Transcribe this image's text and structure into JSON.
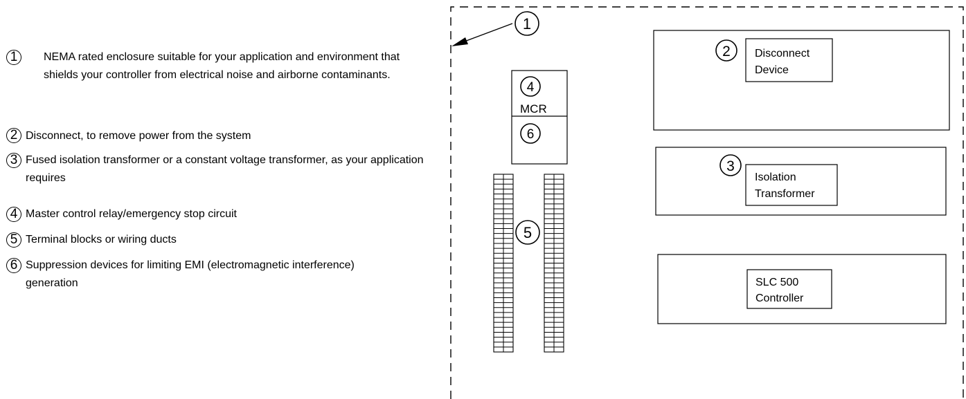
{
  "legend": [
    {
      "num": "1",
      "text": "NEMA rated enclosure suitable for your application and environment that shields your controller from electrical noise and airborne contaminants."
    },
    {
      "num": "2",
      "text": "Disconnect, to remove power from the system"
    },
    {
      "num": "3",
      "text": "Fused isolation transformer or a constant voltage transformer, as your application requires"
    },
    {
      "num": "4",
      "text": "Master control relay/emergency stop circuit"
    },
    {
      "num": "5",
      "text": "Terminal blocks or wiring ducts"
    },
    {
      "num": "6",
      "text": "Suppression devices for limiting EMI (electromagnetic interference) generation"
    }
  ],
  "diagram": {
    "callout_enclosure": "1",
    "mcr": {
      "num_top": "4",
      "label": "MCR",
      "num_bottom": "6"
    },
    "terminal_blocks_num": "5",
    "disconnect": {
      "num": "2",
      "line1": "Disconnect",
      "line2": "Device"
    },
    "transformer": {
      "num": "3",
      "line1": "Isolation",
      "line2": "Transformer"
    },
    "controller": {
      "line1": "SLC 500",
      "line2": "Controller"
    }
  }
}
